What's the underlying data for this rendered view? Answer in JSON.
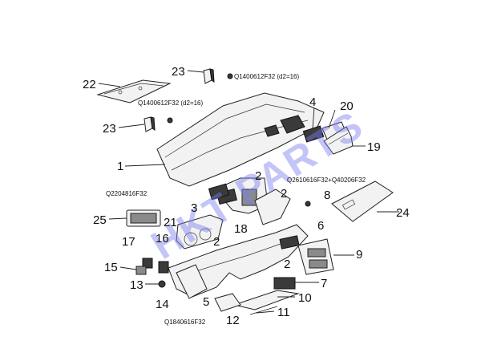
{
  "callouts": {
    "n1": "1",
    "n2a": "2",
    "n2b": "2",
    "n2c": "2",
    "n2d": "2",
    "n3": "3",
    "n4": "4",
    "n5": "5",
    "n6": "6",
    "n7": "7",
    "n8": "8",
    "n9": "9",
    "n10": "10",
    "n11": "11",
    "n12": "12",
    "n13": "13",
    "n14": "14",
    "n15": "15",
    "n16": "16",
    "n17": "17",
    "n18": "18",
    "n19": "19",
    "n20": "20",
    "n21": "21",
    "n22": "22",
    "n23a": "23",
    "n23b": "23",
    "n24": "24",
    "n25": "25"
  },
  "codes": {
    "top_right": "Q1400612F32 (d2=16)",
    "top_left": "Q1400612F32 (d2=16)",
    "center_right": "Q2610616F32+Q40206F32",
    "left": "Q2204816F32",
    "bottom": "Q1840616F32"
  },
  "watermark": "HKT PARTS",
  "colors": {
    "line": "#222222",
    "watermark": "#7b7ff0",
    "background": "#ffffff"
  }
}
